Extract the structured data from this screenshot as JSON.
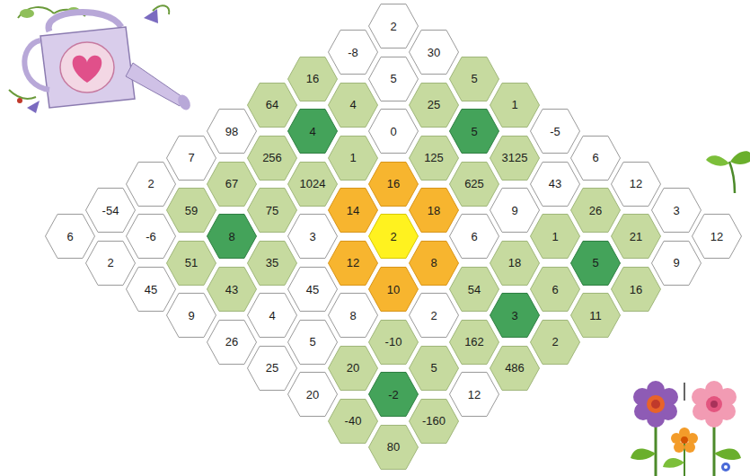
{
  "diagram": {
    "nodes": [
      {
        "text": [
          "2"
        ]
      },
      {
        "text": [
          "-8"
        ]
      },
      {
        "text": [
          "30"
        ]
      },
      {
        "text": [
          "16"
        ]
      },
      {
        "text": [
          "5"
        ]
      },
      {
        "text": [
          "5"
        ]
      },
      {
        "text": [
          "64"
        ]
      },
      {
        "text": [
          "4"
        ]
      },
      {
        "text": [
          "25"
        ]
      },
      {
        "text": [
          "1"
        ]
      },
      {
        "text": [
          "98"
        ]
      },
      {
        "text": [
          "4"
        ]
      },
      {
        "text": [
          "0"
        ]
      },
      {
        "text": [
          "5"
        ]
      },
      {
        "text": [
          "-5"
        ]
      },
      {
        "text": [
          "7"
        ]
      },
      {
        "text": [
          "256"
        ]
      },
      {
        "text": [
          "1"
        ]
      },
      {
        "text": [
          "125"
        ]
      },
      {
        "text": [
          "3125"
        ]
      },
      {
        "text": [
          "6"
        ]
      },
      {
        "text": [
          "2"
        ]
      },
      {
        "text": [
          "67"
        ]
      },
      {
        "text": [
          "1024"
        ]
      },
      {
        "text": [
          "16"
        ]
      },
      {
        "text": [
          "625"
        ]
      },
      {
        "text": [
          "43"
        ]
      },
      {
        "text": [
          "12"
        ]
      },
      {
        "text": [
          "-54"
        ]
      },
      {
        "text": [
          "59"
        ]
      },
      {
        "text": [
          "75"
        ]
      },
      {
        "text": [
          "14"
        ]
      },
      {
        "text": [
          "18"
        ]
      },
      {
        "text": [
          "9"
        ]
      },
      {
        "text": [
          "26"
        ]
      },
      {
        "text": [
          "3"
        ]
      },
      {
        "text": [
          "6"
        ]
      },
      {
        "text": [
          "-6"
        ]
      },
      {
        "text": [
          "8"
        ]
      },
      {
        "text": [
          "3"
        ]
      },
      {
        "text": [
          "2"
        ]
      },
      {
        "text": [
          "6"
        ]
      },
      {
        "text": [
          "1"
        ]
      },
      {
        "text": [
          "21"
        ]
      },
      {
        "text": [
          "12"
        ]
      },
      {
        "text": [
          "2"
        ]
      },
      {
        "text": [
          "51"
        ]
      },
      {
        "text": [
          "35"
        ]
      },
      {
        "text": [
          "12"
        ]
      },
      {
        "text": [
          "8"
        ]
      },
      {
        "text": [
          "18"
        ]
      },
      {
        "text": [
          "5"
        ]
      },
      {
        "text": [
          "9"
        ]
      },
      {
        "text": [
          "45"
        ]
      },
      {
        "text": [
          "43"
        ]
      },
      {
        "text": [
          "45"
        ]
      },
      {
        "text": [
          "10"
        ]
      },
      {
        "text": [
          "54"
        ]
      },
      {
        "text": [
          "6"
        ]
      },
      {
        "text": [
          "16"
        ]
      },
      {
        "text": [
          "9"
        ]
      },
      {
        "text": [
          "4"
        ]
      },
      {
        "text": [
          "8"
        ]
      },
      {
        "text": [
          "2"
        ]
      },
      {
        "text": [
          "3"
        ]
      },
      {
        "text": [
          "11"
        ]
      },
      {
        "text": [
          "26"
        ]
      },
      {
        "text": [
          "5"
        ]
      },
      {
        "text": [
          "-10"
        ]
      },
      {
        "text": [
          "162"
        ]
      },
      {
        "text": [
          "2"
        ]
      },
      {
        "text": [
          "25"
        ]
      },
      {
        "text": [
          "20"
        ]
      },
      {
        "text": [
          "5"
        ]
      },
      {
        "text": [
          "486"
        ]
      },
      {
        "text": [
          "20"
        ]
      },
      {
        "text": [
          "-2"
        ]
      },
      {
        "text": [
          "12"
        ]
      },
      {
        "text": [
          "-40"
        ]
      },
      {
        "text": [
          "-160"
        ]
      },
      {
        "text": [
          "80"
        ]
      }
    ]
  }
}
